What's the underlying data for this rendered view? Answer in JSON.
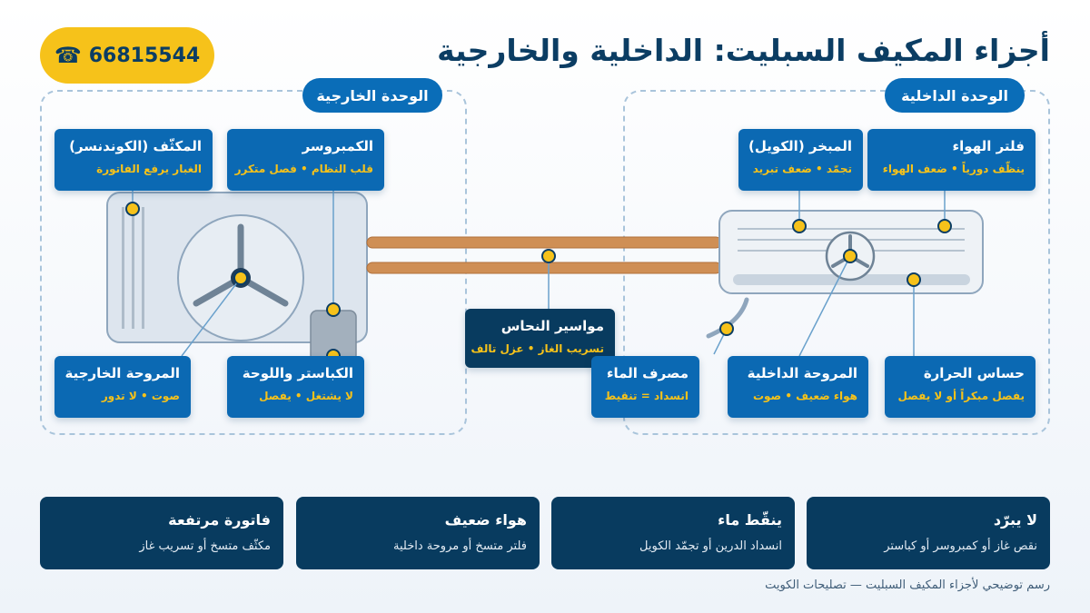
{
  "title": "أجزاء المكيف السبليت: الداخلية والخارجية",
  "phone": {
    "number": "66815544",
    "icon": "telephone-icon"
  },
  "sections": {
    "outdoor": "الوحدة الخارجية",
    "indoor": "الوحدة الداخلية"
  },
  "labels": {
    "condenser": {
      "title": "المكثّف (الكوندنسر)",
      "sub": "الغبار يرفع الفاتورة"
    },
    "compressor": {
      "title": "الكمبروسر",
      "sub": "قلب النظام • فصل متكرر"
    },
    "outdoor_fan": {
      "title": "المروحة الخارجية",
      "sub": "صوت • لا تدور"
    },
    "capacitor": {
      "title": "الكباستر واللوحة",
      "sub": "لا يشتغل • يفصل"
    },
    "copper": {
      "title": "مواسير النحاس",
      "sub": "تسريب الغاز • عزل تالف"
    },
    "drain": {
      "title": "مصرف الماء",
      "sub": "انسداد = تنقيط"
    },
    "evaporator": {
      "title": "المبخر (الكويل)",
      "sub": "تجمّد • ضعف تبريد"
    },
    "air_filter": {
      "title": "فلتر الهواء",
      "sub": "ينظّف دورياً • ضعف الهواء"
    },
    "indoor_fan": {
      "title": "المروحة الداخلية",
      "sub": "هواء ضعيف • صوت"
    },
    "sensor": {
      "title": "حساس الحرارة",
      "sub": "يفصل مبكراً أو لا يفصل"
    }
  },
  "problems": [
    {
      "title": "لا يبرّد",
      "sub": "نقص غاز أو كمبروسر أو كباستر"
    },
    {
      "title": "ينقّط ماء",
      "sub": "انسداد الدرين أو تجمّد الكويل"
    },
    {
      "title": "هواء ضعيف",
      "sub": "فلتر متسخ أو مروحة داخلية"
    },
    {
      "title": "فاتورة مرتفعة",
      "sub": "مكثّف متسخ أو تسريب غاز"
    }
  ],
  "footer": "رسم توضيحي لأجزاء المكيف السبليت — تصليحات الكويت",
  "colors": {
    "navy": "#0b3d63",
    "blue": "#0b69b3",
    "yellow": "#f6c21a",
    "copper": "#cf8f55"
  }
}
